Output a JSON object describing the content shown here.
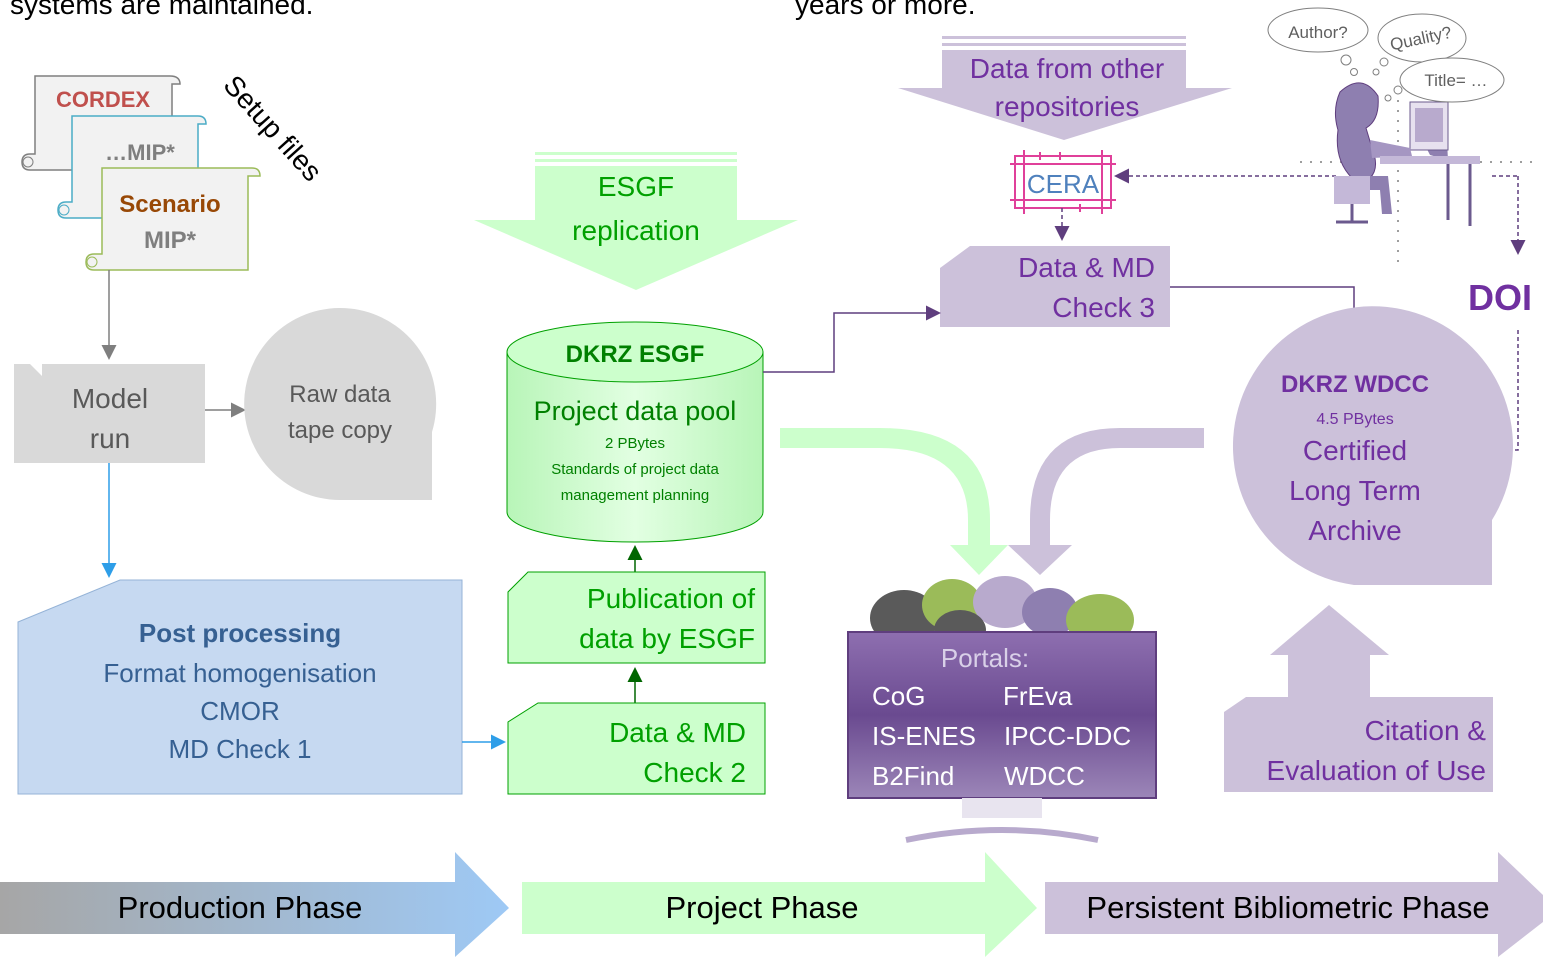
{
  "top_text": {
    "left": "systems are maintained.",
    "right": "years or more."
  },
  "setup": {
    "cordex": "CORDEX",
    "mip": "…MIP*",
    "scenario": "Scenario",
    "scenario_mip": "MIP*",
    "label": "Setup files"
  },
  "model_run": [
    "Model",
    "run"
  ],
  "raw_data": [
    "Raw data",
    "tape copy"
  ],
  "post_processing": {
    "title": "Post processing",
    "lines": [
      "Format homogenisation",
      "CMOR",
      "MD Check 1"
    ]
  },
  "esgf_replication": [
    "ESGF",
    "replication"
  ],
  "dkrz_esgf": {
    "title": "DKRZ ESGF",
    "subtitle": "Project data pool",
    "size": "2 PBytes",
    "note": [
      "Standards of project data",
      "management planning"
    ]
  },
  "publication": [
    "Publication of",
    "data by ESGF"
  ],
  "check2": [
    "Data & MD",
    "Check 2"
  ],
  "other_repos": [
    "Data from other",
    "repositories"
  ],
  "cera": "CERA",
  "check3": [
    "Data & MD",
    "Check 3"
  ],
  "thoughts": [
    "Author?",
    "Quality?",
    "Title= …"
  ],
  "doi": "DOI",
  "wdcc": {
    "title": "DKRZ WDCC",
    "size": "4.5 PBytes",
    "lines": [
      "Certified",
      "Long Term",
      "Archive"
    ]
  },
  "portals": {
    "title": "Portals:",
    "items": [
      [
        "CoG",
        "FrEva"
      ],
      [
        "IS-ENES",
        "IPCC-DDC"
      ],
      [
        "B2Find",
        "WDCC"
      ]
    ]
  },
  "citation": [
    "Citation &",
    "Evaluation of Use"
  ],
  "phases": [
    "Production Phase",
    "Project Phase",
    "Persistent Bibliometric Phase"
  ],
  "colors": {
    "gray": "#d9d9d9",
    "blue": "#c6d9f1",
    "green": "#ccffcc",
    "purple": "#ccc1da",
    "purple_text": "#7030a0",
    "green_text": "#00a000",
    "blue_text": "#366092"
  }
}
